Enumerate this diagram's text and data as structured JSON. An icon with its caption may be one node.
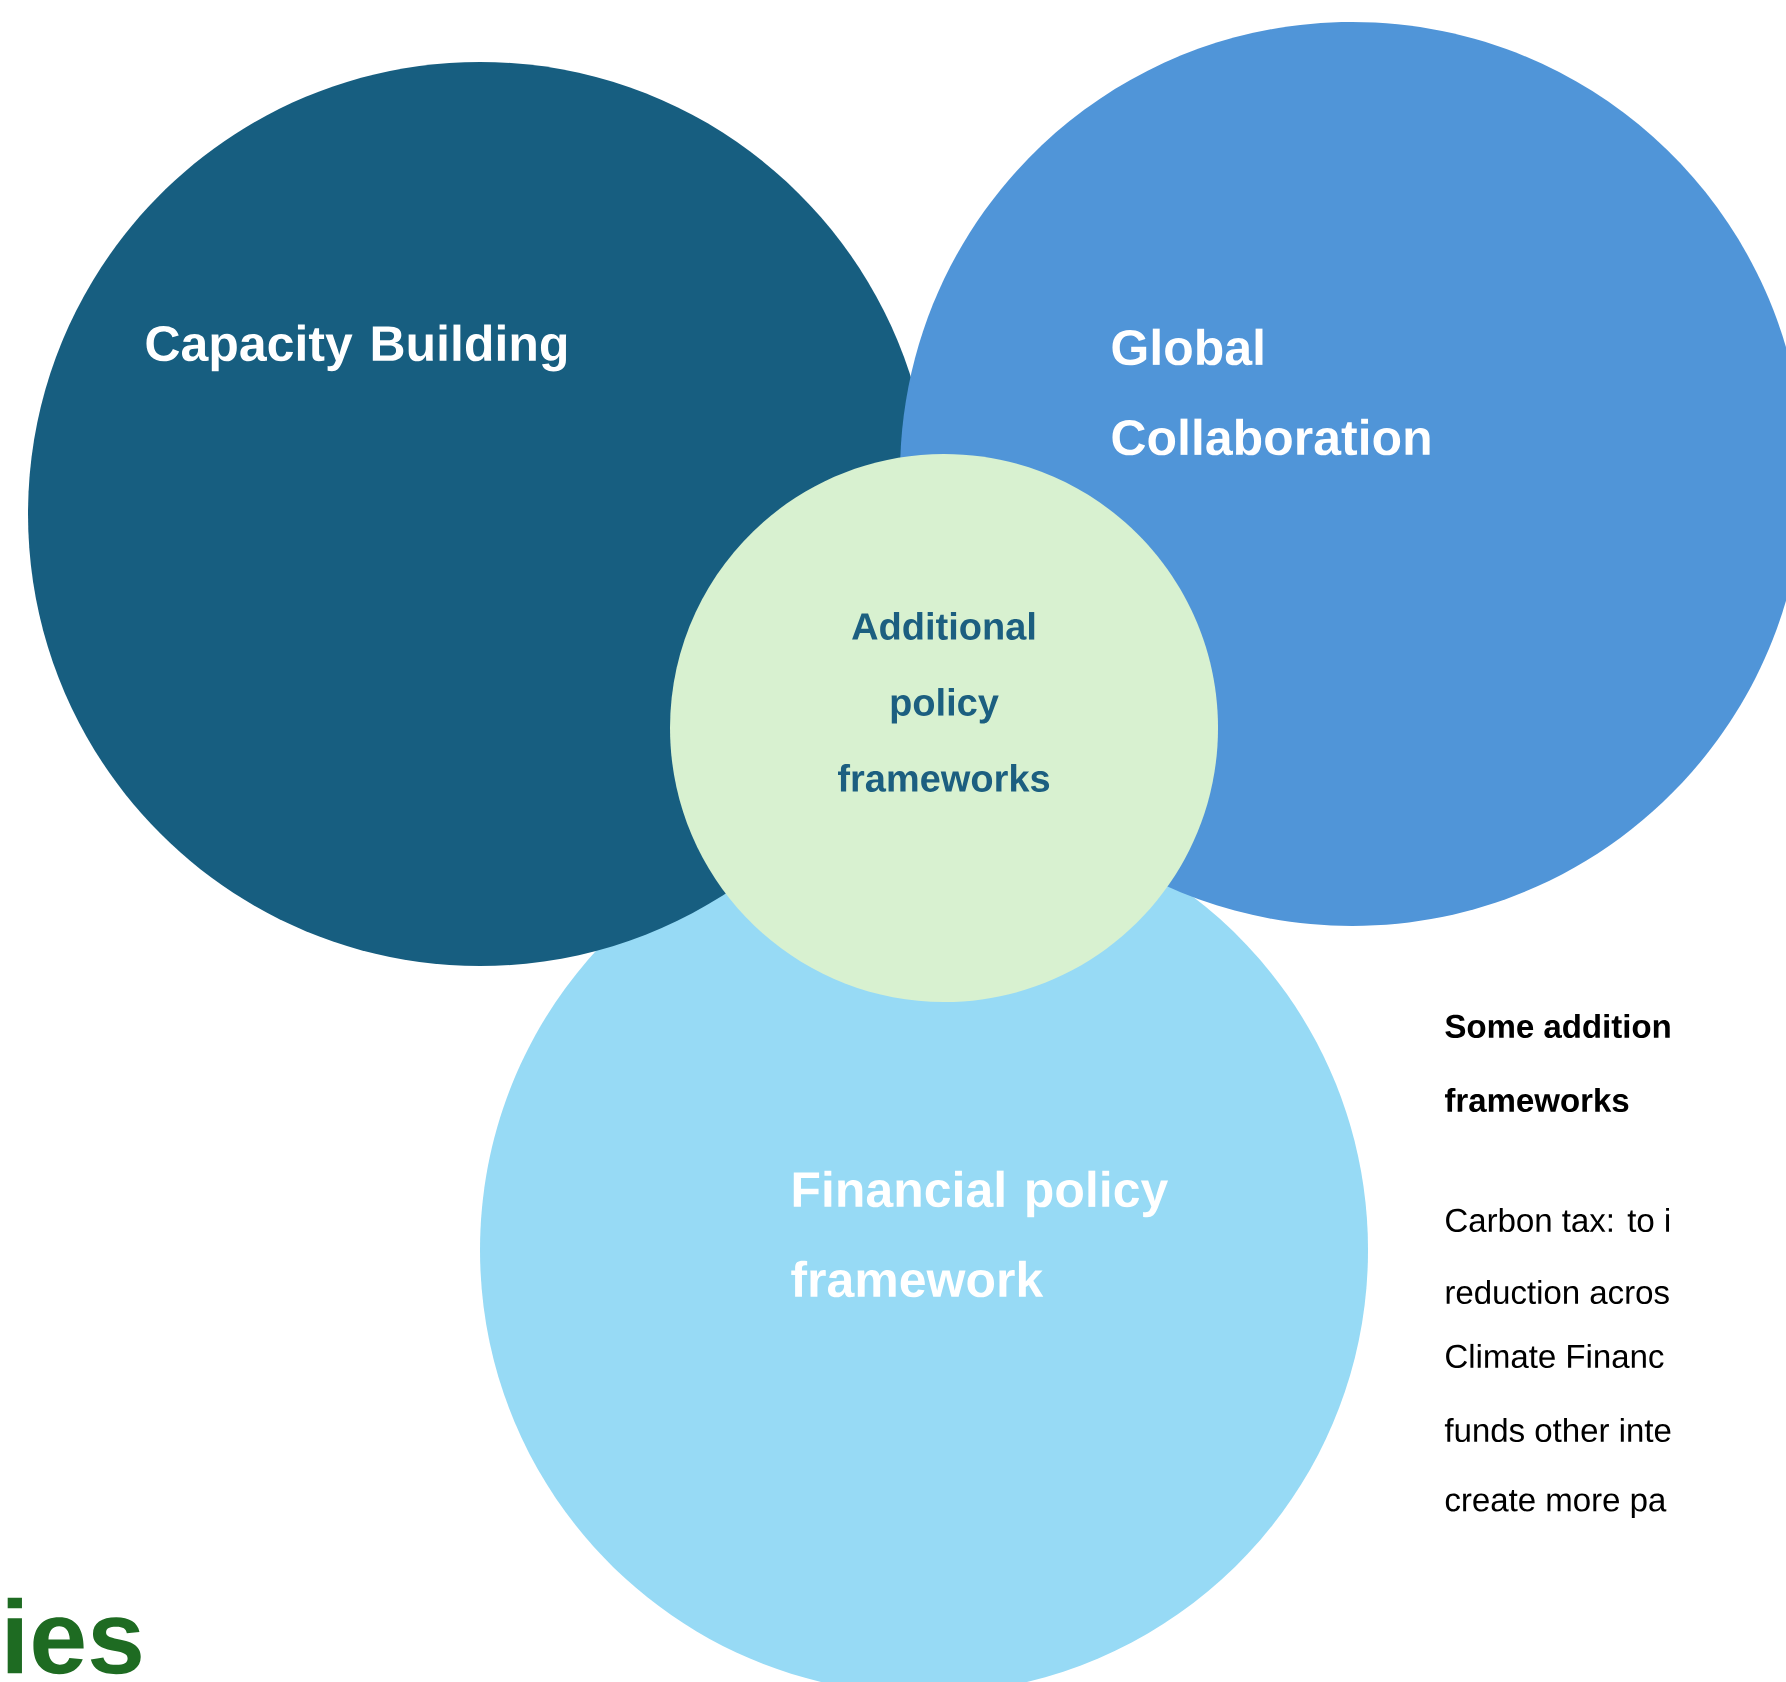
{
  "diagram": {
    "nodes": [
      {
        "text": [
          "Capacity Building"
        ]
      },
      {
        "text": [
          "Global Collaboration"
        ]
      },
      {
        "text": [
          "Additional policy frameworks"
        ]
      },
      {
        "text": [
          "Financial policy framework"
        ]
      }
    ],
    "labels": [
      "Some addition",
      "frameworks",
      "Carbon tax: to i",
      "reduction acros",
      "Climate Financ",
      "funds other inte",
      "create more pa",
      "ies"
    ]
  }
}
